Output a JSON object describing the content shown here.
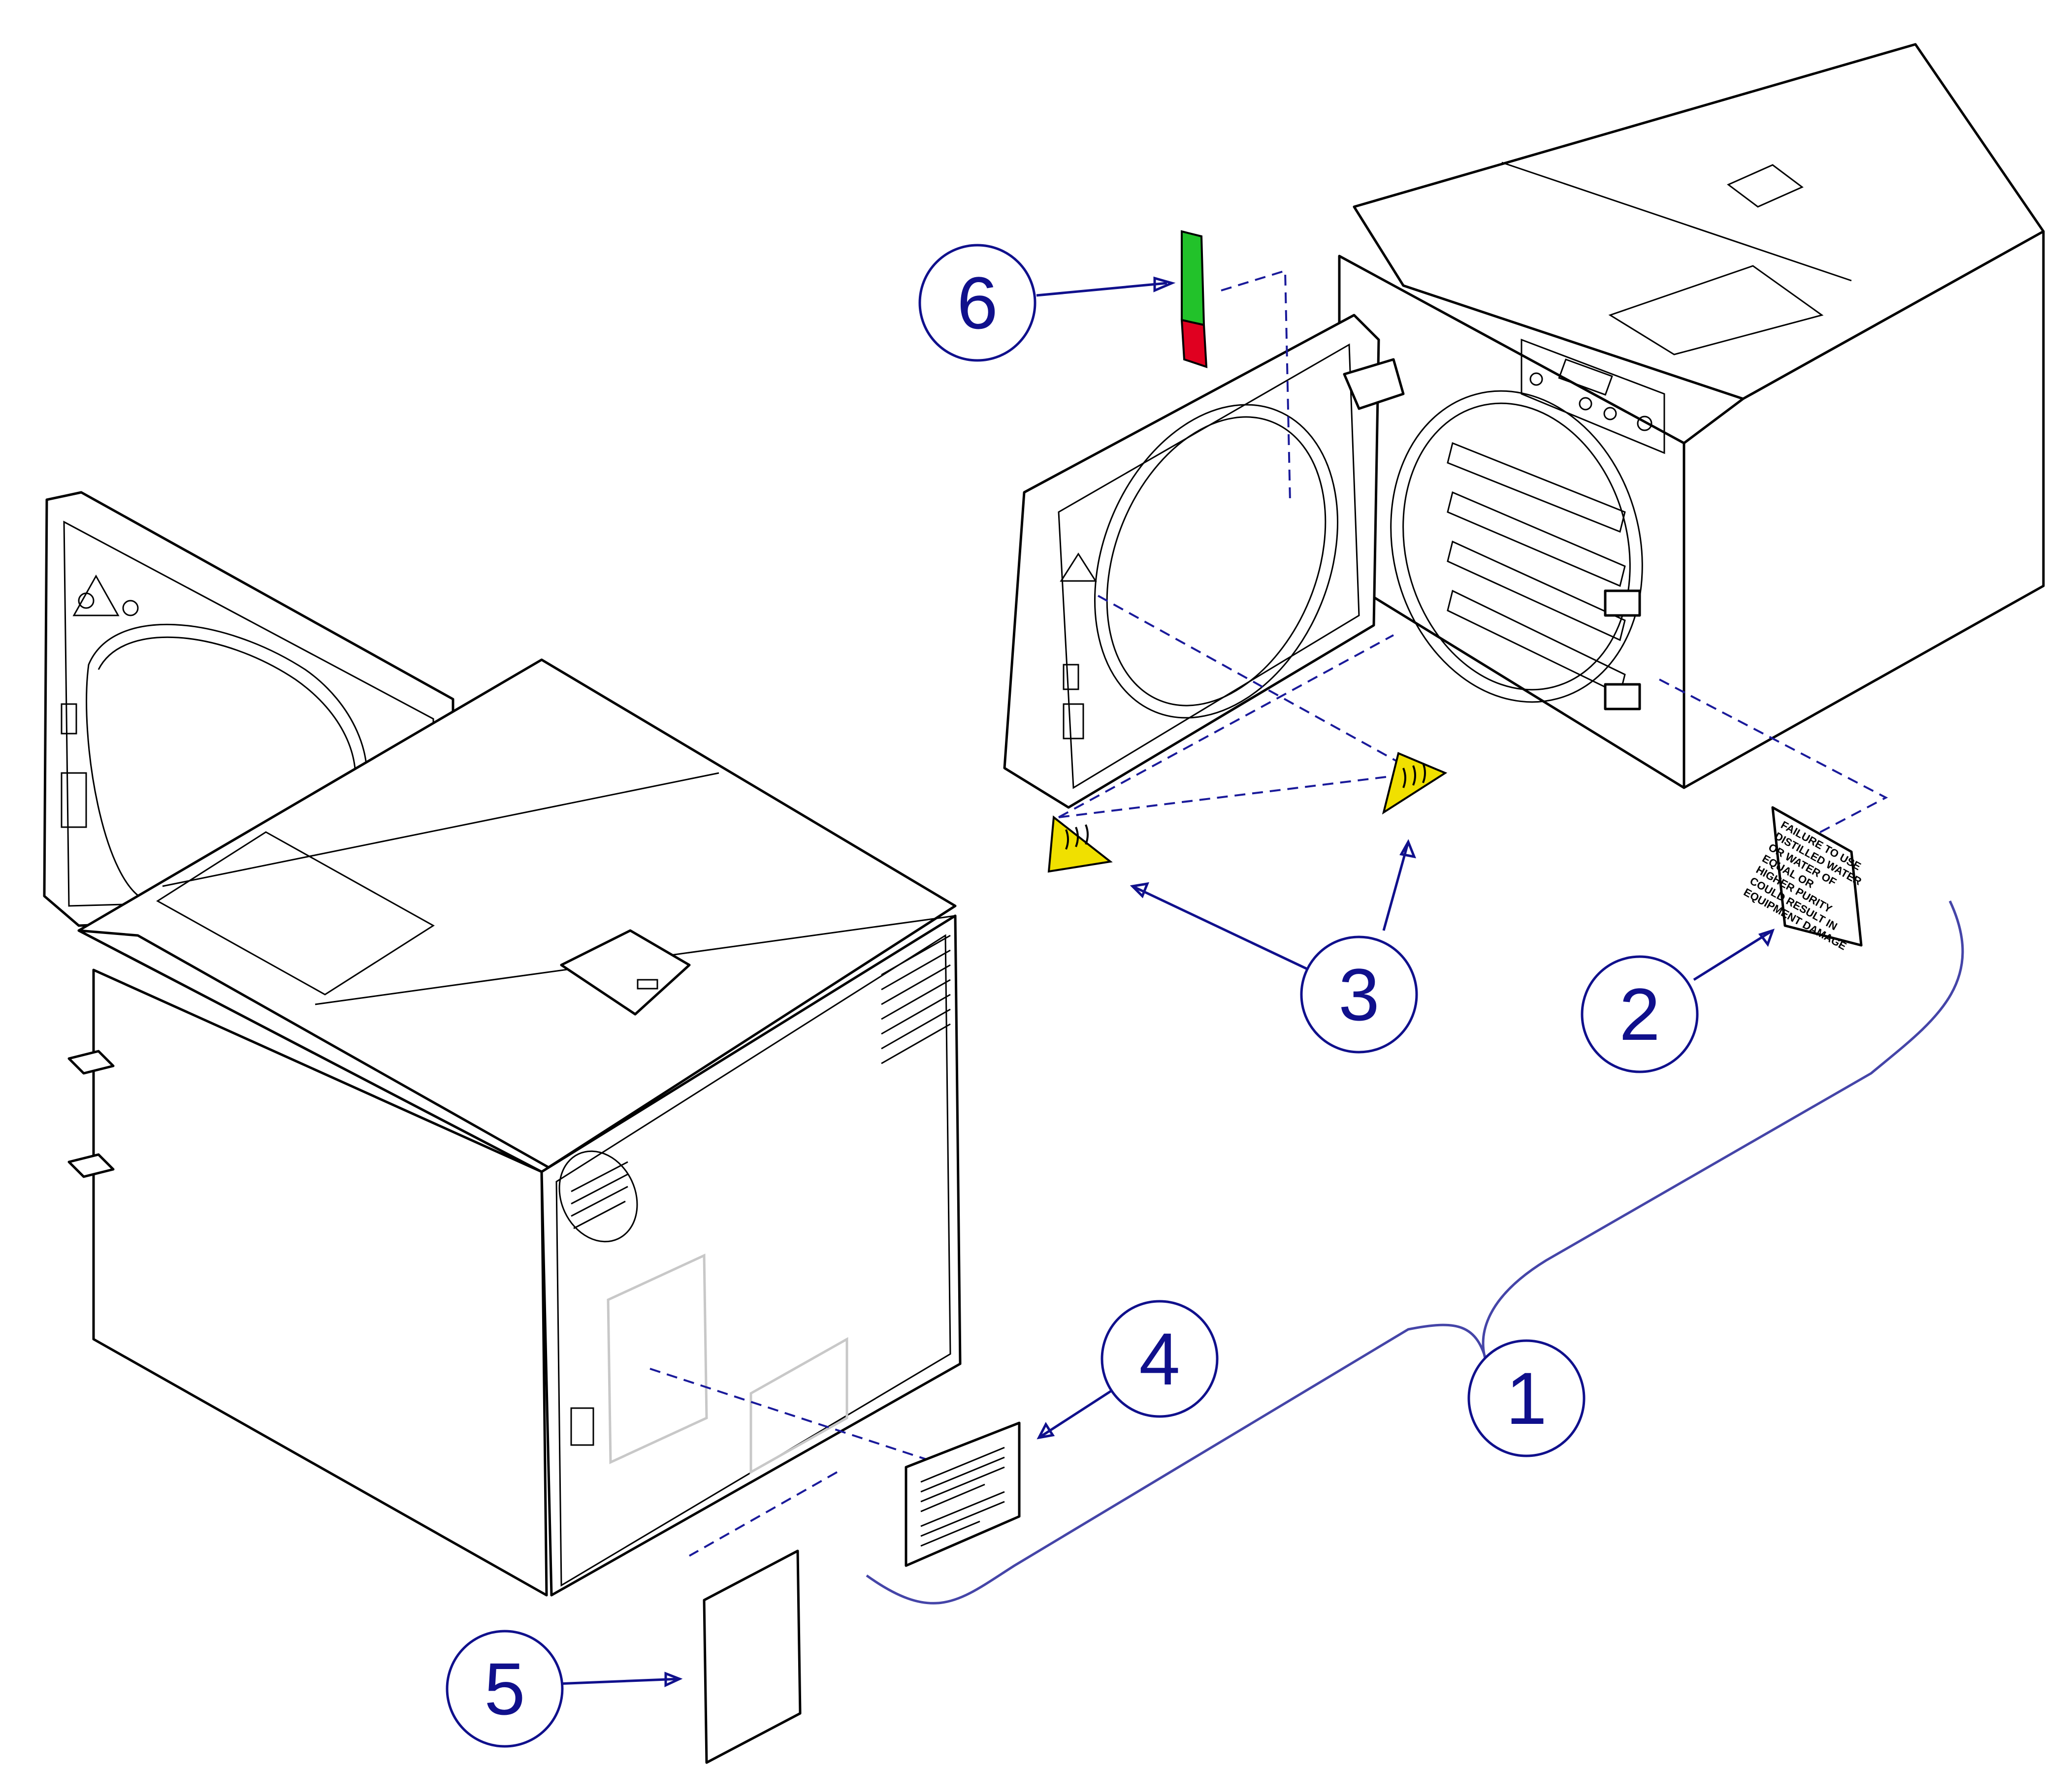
{
  "callouts": [
    {
      "id": "1",
      "label": "1"
    },
    {
      "id": "2",
      "label": "2"
    },
    {
      "id": "3",
      "label": "3"
    },
    {
      "id": "4",
      "label": "4"
    },
    {
      "id": "5",
      "label": "5"
    },
    {
      "id": "6",
      "label": "6"
    }
  ],
  "water_label": {
    "lines": [
      "FAILURE TO USE",
      "DISTILLED WATER",
      "OR WATER OF",
      "EQUAL OR",
      "HIGHER PURITY",
      "COULD RESULT IN",
      "EQUIPMENT DAMAGE"
    ]
  },
  "colors": {
    "callout": "#10108c",
    "leader": "#10108c",
    "bracket": "#4545a8",
    "warning_yellow": "#f0e000",
    "indicator_green": "#22c22a",
    "indicator_red": "#e00020"
  },
  "icons": [
    "hot-surface-warning-icon",
    "level-indicator-strip"
  ]
}
